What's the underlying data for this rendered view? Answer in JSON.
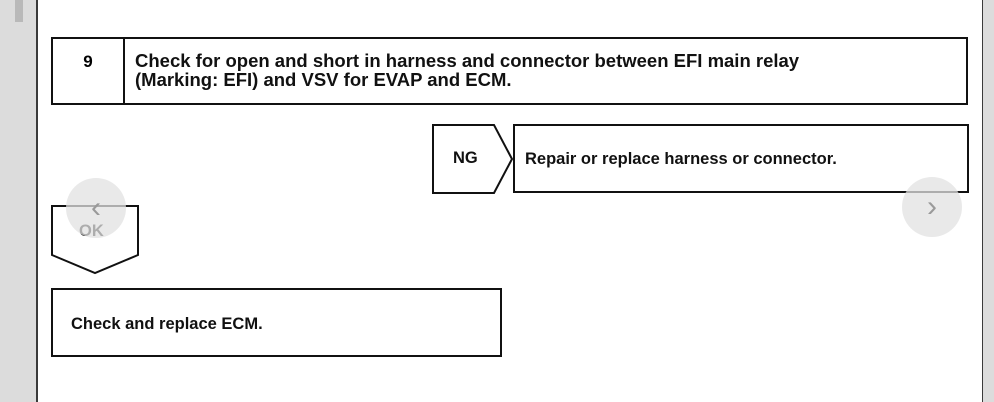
{
  "step": {
    "number": "9",
    "text_line1": "Check for open and short in harness and connector between EFI main relay",
    "text_line2": "(Marking: EFI) and VSV for EVAP and ECM."
  },
  "ng_branch": {
    "label": "NG",
    "action": "Repair or replace harness or connector."
  },
  "ok_branch": {
    "label": "OK",
    "action": "Check and replace ECM."
  },
  "viewer": {
    "prev_icon": "chevron-left-icon",
    "next_icon": "chevron-right-icon",
    "prev_glyph": "‹",
    "next_glyph": "›"
  }
}
